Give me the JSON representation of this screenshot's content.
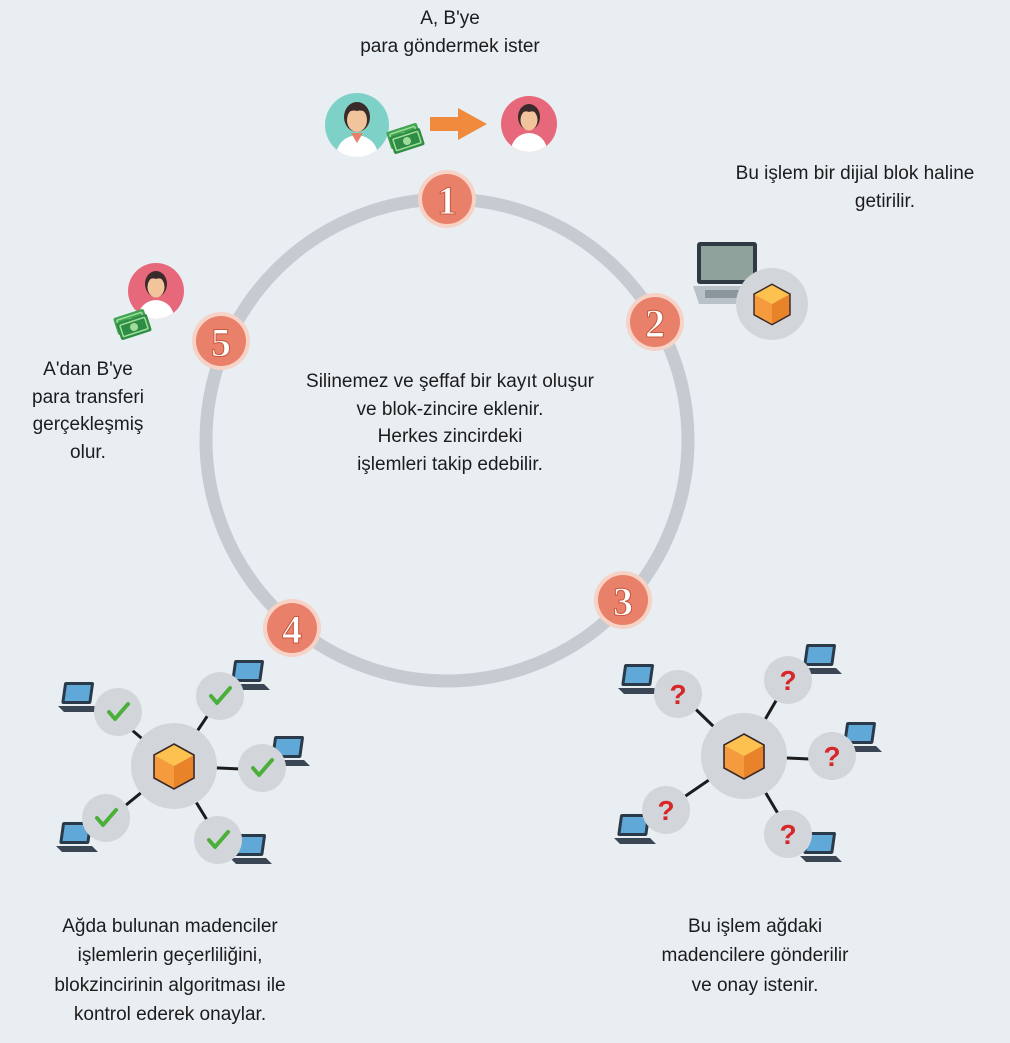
{
  "step1": {
    "number": "1",
    "lines": [
      "A,  B'ye",
      "para göndermek ister"
    ]
  },
  "step2": {
    "number": "2",
    "lines": [
      "Bu işlem bir dijial blok haline",
      "getirilir."
    ]
  },
  "step3": {
    "number": "3",
    "lines": [
      "Bu işlem ağdaki",
      "madencilere gönderilir",
      "ve  onay istenir."
    ]
  },
  "step4": {
    "number": "4",
    "lines": [
      "Ağda bulunan madenciler",
      "işlemlerin geçerliliğini,",
      "blokzincirinin algoritması ile",
      "kontrol ederek onaylar."
    ]
  },
  "step5": {
    "number": "5",
    "lines": [
      "A'dan B'ye",
      "para transferi",
      "gerçekleşmiş",
      "olur."
    ]
  },
  "center": {
    "lines": [
      "Silinemez ve şeffaf bir kayıt oluşur",
      "ve blok-zincire eklenir.",
      "Herkes zincirdeki",
      "işlemleri takip edebilir."
    ]
  },
  "icons": {
    "person": "person-avatar-icon",
    "money": "money-bill-icon",
    "arrow": "arrow-right-icon",
    "laptop": "laptop-icon",
    "block": "cube-block-icon",
    "check": "check-icon",
    "question": "question-mark-icon"
  },
  "colors": {
    "background": "#e9eef2",
    "ring": "#c6cbd1",
    "badge": "#e8806a",
    "badge_ring": "#f7d2c6",
    "node": "#d2d6db",
    "cube": "#f59b3d",
    "check": "#4caf3a",
    "question": "#d62828",
    "arrow": "#f08a3c"
  }
}
